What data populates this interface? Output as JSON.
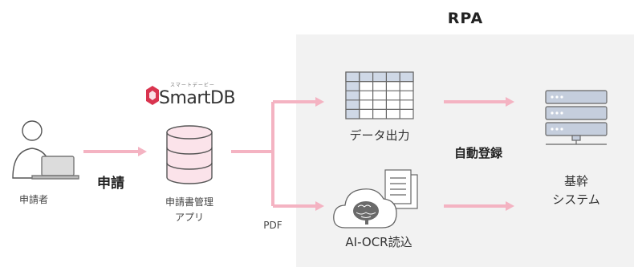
{
  "rpa": {
    "title": "RPA"
  },
  "user": {
    "label": "申請者"
  },
  "request": {
    "label": "申請"
  },
  "smartdb": {
    "kana": "スマートデービー",
    "name": "SmartDB",
    "system_label_line1": "申請書管理",
    "system_label_line2": "アプリ"
  },
  "pdf": {
    "label": "PDF"
  },
  "data_output": {
    "label": "データ出力"
  },
  "ai_ocr": {
    "label": "AI-OCR読込"
  },
  "auto_register": {
    "label": "自動登録"
  },
  "core_system": {
    "label_line1": "基幹",
    "label_line2": "システム"
  },
  "colors": {
    "arrow": "#f4b3c2",
    "icon_stroke": "#555555",
    "icon_fill_pink": "#fbe3ea",
    "logo_red": "#d9344f",
    "rpa_bg": "#f2f2f2"
  }
}
